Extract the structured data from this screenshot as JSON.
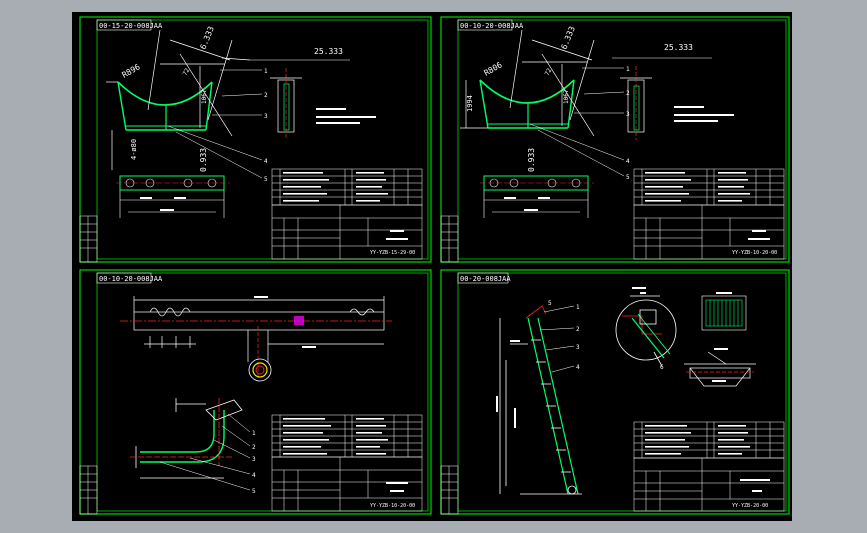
{
  "colors": {
    "background": "#a8acb3",
    "canvas": "#000000",
    "frame": "#00d600",
    "line": "#ffffff",
    "yellow": "#e8e800",
    "red": "#ff2020",
    "magenta": "#ff00ff",
    "cyan": "#00c8c8"
  },
  "sheets": [
    {
      "code": "00-15-20-008JAA",
      "dims": [
        "R896",
        "6.333",
        "25.333",
        "0.933",
        "4-ø80",
        "72",
        "1067"
      ],
      "callouts": [
        "1",
        "2",
        "3",
        "4",
        "5"
      ],
      "title_block_code": "YY-YZB-15-29-00"
    },
    {
      "code": "00-10-20-008JAA",
      "dims": [
        "R806",
        "6.333",
        "25.333",
        "0.933",
        "72",
        "1067",
        "1994"
      ],
      "callouts": [
        "1",
        "2",
        "3",
        "4",
        "5"
      ],
      "title_block_code": "YY-YZB-10-20-00"
    },
    {
      "code": "00-10-20-008JAA",
      "dims": [],
      "callouts": [
        "1",
        "2",
        "3",
        "4",
        "5"
      ],
      "title_block_code": "YY-YZB-10-20-00"
    },
    {
      "code": "00-20-008JAA",
      "dims": [],
      "callouts": [
        "1",
        "2",
        "3",
        "4",
        "5",
        "6"
      ],
      "title_block_code": "YY-YZB-20-00"
    }
  ]
}
